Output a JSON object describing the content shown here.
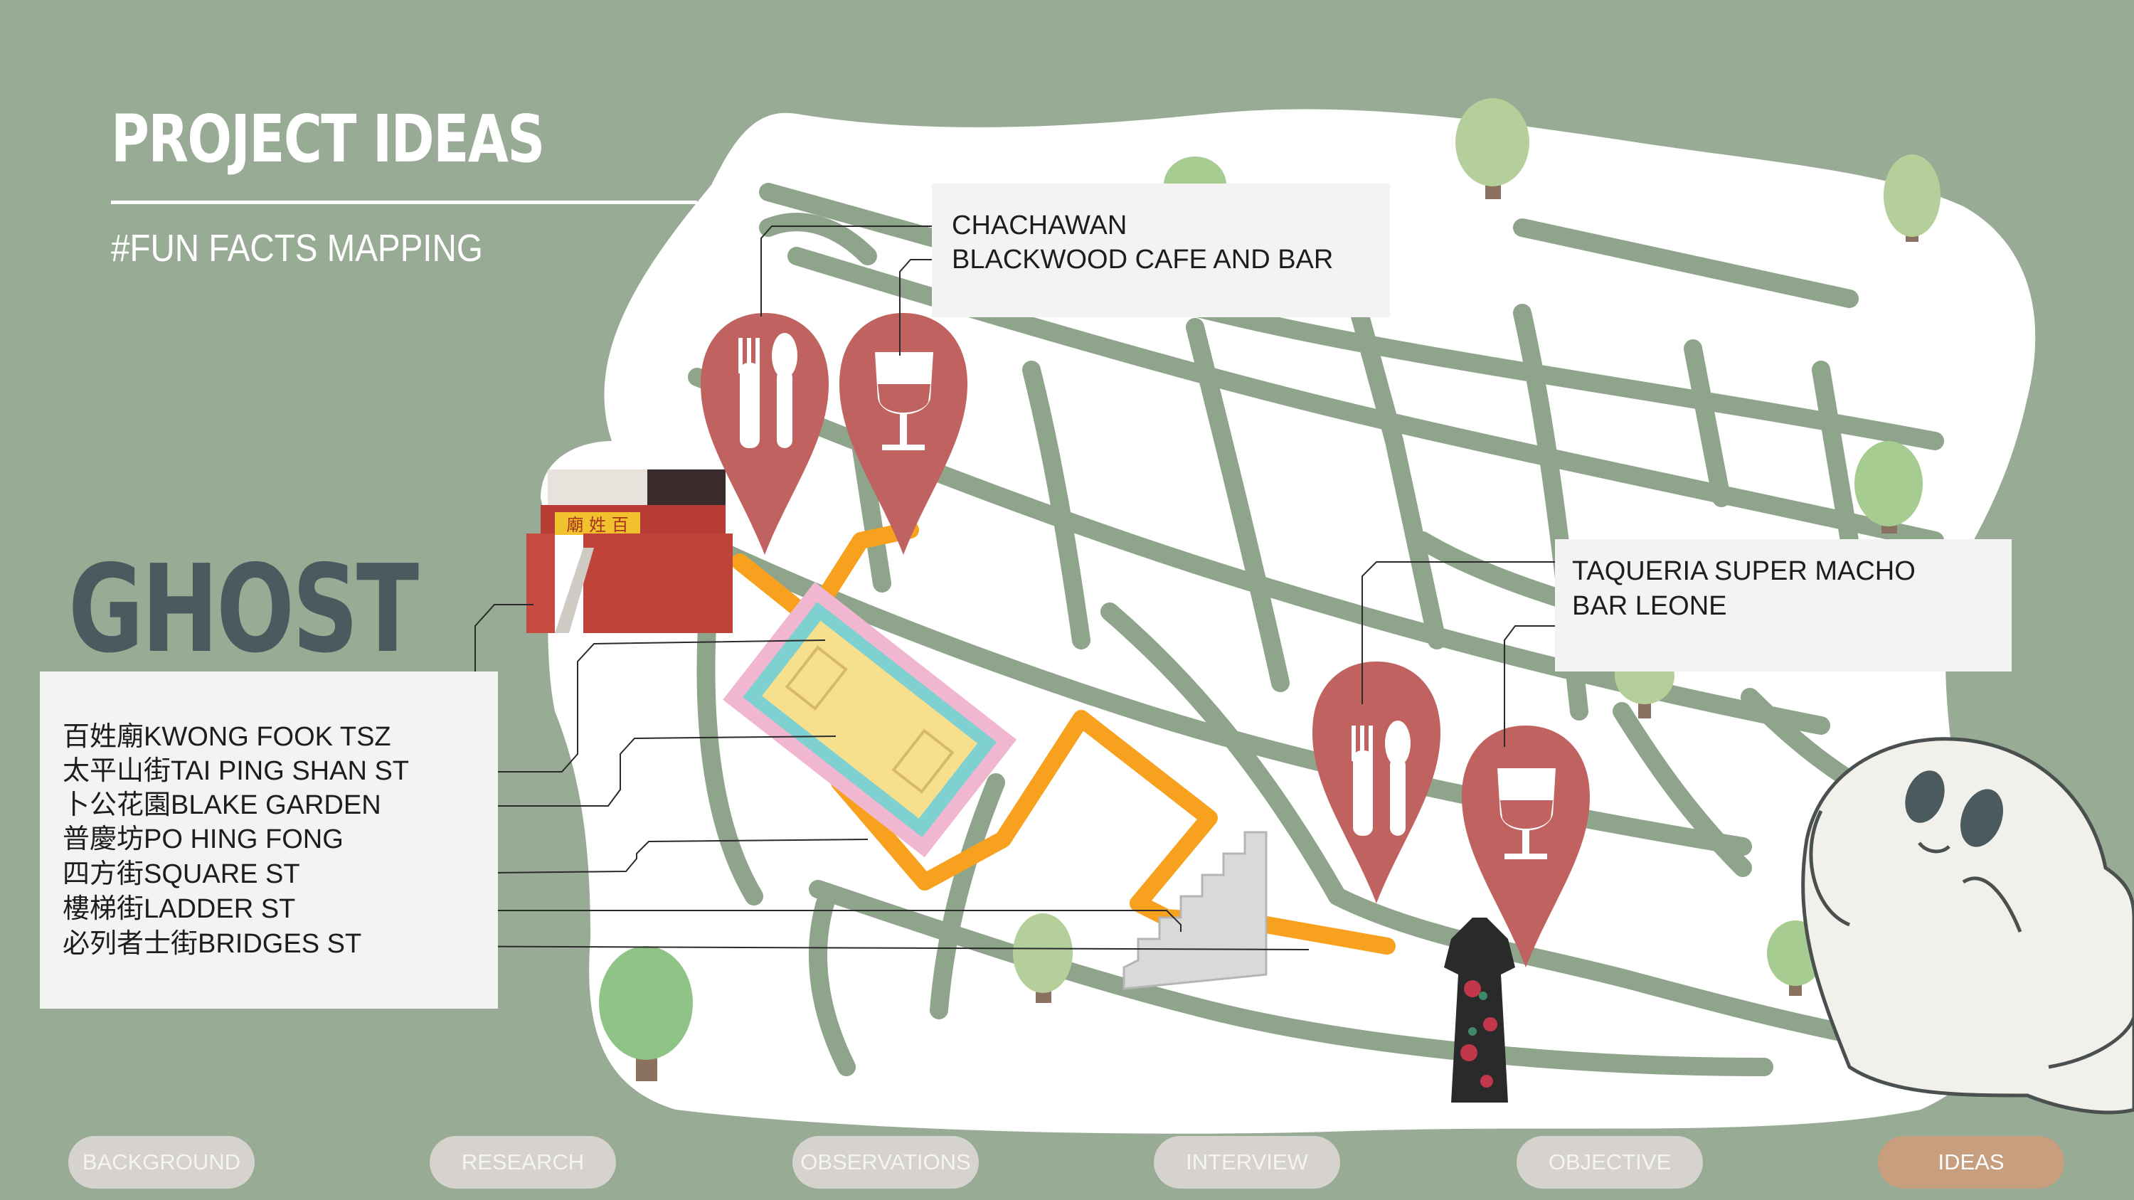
{
  "header": {
    "title": "PROJECT IDEAS",
    "subtitle": "#FUN FACTS MAPPING"
  },
  "section_title": "GHOST",
  "ghost_locations": [
    "百姓廟KWONG FOOK TSZ",
    "太平山街TAI PING SHAN ST",
    "卜公花園BLAKE GARDEN",
    "普慶坊PO HING FONG",
    "四方街SQUARE ST",
    "樓梯街LADDER ST",
    "必列者士街BRIDGES ST"
  ],
  "callouts": {
    "top": [
      "CHACHAWAN",
      "BLACKWOOD CAFE AND BAR"
    ],
    "right": [
      "TAQUERIA SUPER MACHO",
      "BAR LEONE"
    ]
  },
  "temple_sign": "廟 姓 百",
  "nav": [
    {
      "label": "BACKGROUND",
      "active": false
    },
    {
      "label": "RESEARCH",
      "active": false
    },
    {
      "label": "OBSERVATIONS",
      "active": false
    },
    {
      "label": "INTERVIEW",
      "active": false
    },
    {
      "label": "OBJECTIVE",
      "active": false
    },
    {
      "label": "IDEAS",
      "active": true
    }
  ],
  "colors": {
    "background": "#98ab95",
    "road": "#8fa58b",
    "land": "#ffffff",
    "route": "#f7a11f",
    "pin": "#c0625f",
    "title_dark": "#4a5a5f",
    "nav_pill": "#d6d3cf",
    "nav_active": "#c79e7e"
  },
  "icons": [
    "fork-spoon-icon",
    "wine-glass-icon",
    "ghost-character",
    "temple-illustration",
    "staircase-illustration",
    "qipao-dress-illustration",
    "tree-icon"
  ]
}
